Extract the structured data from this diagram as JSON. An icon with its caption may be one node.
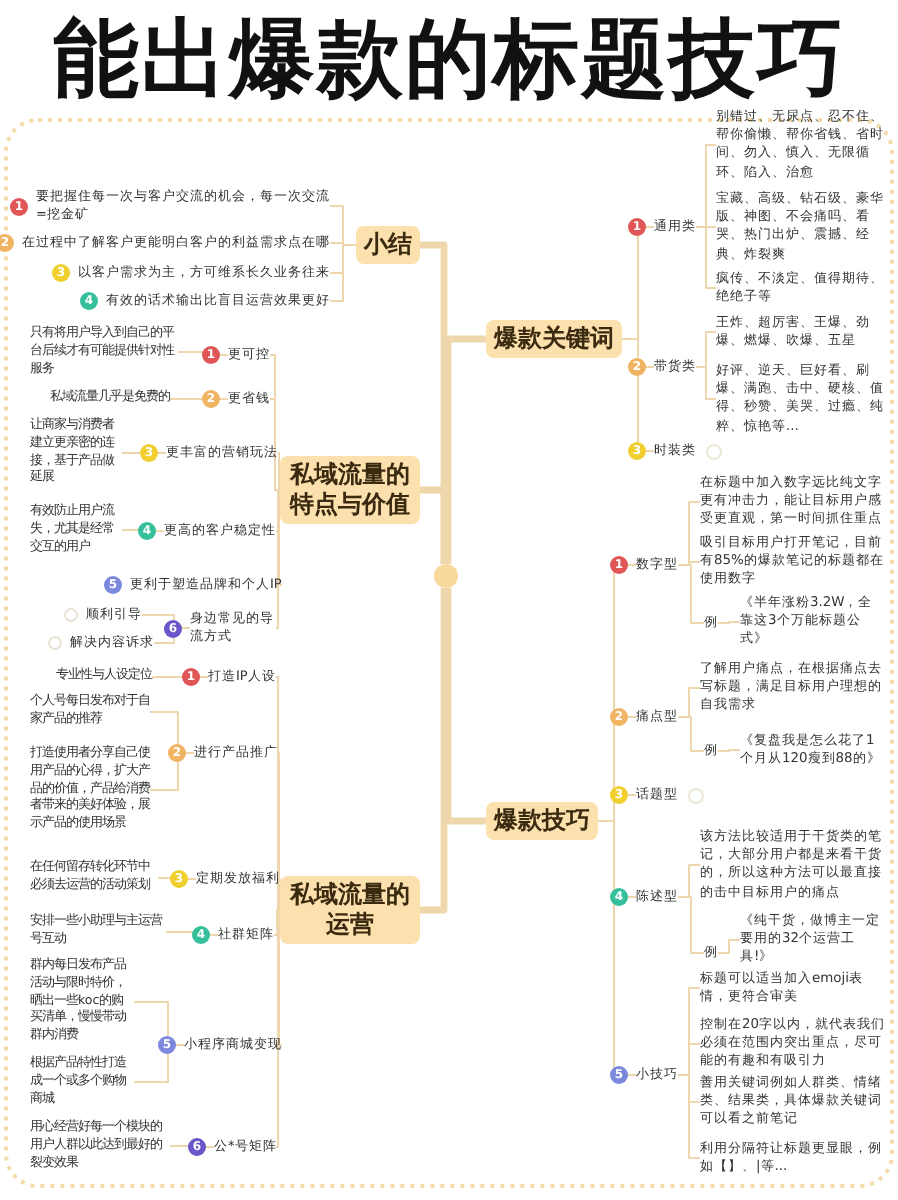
{
  "diagram": {
    "title": "能出爆款的标题技巧",
    "nodes": [
      {
        "text": [],
        "shape": "circle"
      },
      {
        "text": [
          "小结"
        ]
      },
      {
        "text": [
          "要把握住每一次与客户交流的机会，每一次交流=挖金矿"
        ],
        "beside": [
          "1"
        ]
      },
      {
        "text": [
          "在过程中了解客户更能明白客户的利益需求点在哪"
        ],
        "beside": [
          "2"
        ]
      },
      {
        "text": [
          "以客户需求为主，方可维系长久业务往来"
        ],
        "beside": [
          "3"
        ]
      },
      {
        "text": [
          "有效的话术输出比盲目运营效果更好"
        ],
        "beside": [
          "4"
        ]
      },
      {
        "text": [
          "私域流量的特点与价值"
        ]
      },
      {
        "text": [
          "更可控"
        ],
        "beside": [
          "1"
        ]
      },
      {
        "text": [
          "只有将用户导入到自己的平台后续才有可能提供针对性服务"
        ]
      },
      {
        "text": [
          "更省钱"
        ],
        "beside": [
          "2"
        ]
      },
      {
        "text": [
          "私域流量几乎是免费的"
        ]
      },
      {
        "text": [
          "更丰富的营销玩法"
        ],
        "beside": [
          "3"
        ]
      },
      {
        "text": [
          "让商家与消费者建立更亲密的连接，基于产品做延展"
        ]
      },
      {
        "text": [
          "更高的客户稳定性"
        ],
        "beside": [
          "4"
        ]
      },
      {
        "text": [
          "有效防止用户流失，尤其是经常交互的用户"
        ]
      },
      {
        "text": [
          "更利于塑造品牌和个人IP"
        ],
        "beside": [
          "5"
        ]
      },
      {
        "text": [
          "身边常见的导流方式"
        ],
        "beside": [
          "6"
        ]
      },
      {
        "text": [
          "顺利引导"
        ]
      },
      {
        "text": [
          "解决内容诉求"
        ]
      },
      {
        "text": [
          "私域流量的运营"
        ]
      },
      {
        "text": [
          "打造IP人设"
        ],
        "beside": [
          "1"
        ]
      },
      {
        "text": [
          "专业性与人设定位"
        ]
      },
      {
        "text": [
          "进行产品推广"
        ],
        "beside": [
          "2"
        ]
      },
      {
        "text": [
          "个人号每日发布对于自家产品的推荐"
        ]
      },
      {
        "text": [
          "打造使用者分享自己使用产品的心得，扩大产品的价值，产品给消费者带来的美好体验，展示产品的使用场景"
        ]
      },
      {
        "text": [
          "定期发放福利"
        ],
        "beside": [
          "3"
        ]
      },
      {
        "text": [
          "在任何留存转化环节中必须去运营的活动策划"
        ]
      },
      {
        "text": [
          "社群矩阵"
        ],
        "beside": [
          "4"
        ]
      },
      {
        "text": [
          "安排一些小助理与主运营号互动"
        ]
      },
      {
        "text": [
          "小程序商城变现"
        ],
        "beside": [
          "5"
        ]
      },
      {
        "text": [
          "群内每日发布产品活动与限时特价，晒出一些koc的购买清单，慢慢带动群内消费"
        ]
      },
      {
        "text": [
          "根据产品特性打造成一个或多个购物商城"
        ]
      },
      {
        "text": [
          "公*号矩阵"
        ],
        "beside": [
          "6"
        ]
      },
      {
        "text": [
          "用心经营好每一个模块的用户人群以此达到最好的裂变效果"
        ]
      },
      {
        "text": [
          "爆款关键词"
        ]
      },
      {
        "text": [
          "通用类"
        ],
        "beside": [
          "1"
        ]
      },
      {
        "text": [
          "别错过、无尿点、忍不住、帮你偷懒、帮你省钱、省时间、勿入、慎入、无限循环、陷入、治愈"
        ]
      },
      {
        "text": [
          "宝藏、高级、钻石级、豪华版、神图、不会痛吗、看哭、热门出炉、震撼、经典、炸裂爽"
        ]
      },
      {
        "text": [
          "疯传、不淡定、值得期待、绝绝子等"
        ]
      },
      {
        "text": [
          "带货类"
        ],
        "beside": [
          "2"
        ]
      },
      {
        "text": [
          "王炸、超厉害、王爆、劲爆、燃爆、吹爆、五星"
        ]
      },
      {
        "text": [
          "好评、逆天、巨好看、刷爆、满跑、击中、硬核、值得、秒赞、美哭、过瘾、纯粹、惊艳等..."
        ]
      },
      {
        "text": [
          "时装类"
        ],
        "beside": [
          "3"
        ]
      },
      {
        "text": [
          "爆款技巧"
        ]
      },
      {
        "text": [
          "数字型"
        ],
        "beside": [
          "1"
        ]
      },
      {
        "text": [
          "在标题中加入数字远比纯文字更有冲击力，能让目标用户感受更直观，第一时间抓住重点"
        ]
      },
      {
        "text": [
          "吸引目标用户打开笔记，目前有85%的爆款笔记的标题都在使用数字"
        ]
      },
      {
        "text": [
          "例"
        ]
      },
      {
        "text": [
          "《半年涨粉3.2W，全靠这3个万能标题公式》"
        ]
      },
      {
        "text": [
          "痛点型"
        ],
        "beside": [
          "2"
        ]
      },
      {
        "text": [
          "了解用户痛点，在根据痛点去写标题，满足目标用户理想的自我需求"
        ]
      },
      {
        "text": [
          "例"
        ]
      },
      {
        "text": [
          "《复盘我是怎么花了1个月从120瘦到88的》"
        ]
      },
      {
        "text": [
          "话题型"
        ],
        "beside": [
          "3"
        ]
      },
      {
        "text": [
          "陈述型"
        ],
        "beside": [
          "4"
        ]
      },
      {
        "text": [
          "该方法比较适用于干货类的笔记，大部分用户都是来看干货的，所以这种方法可以最直接的击中目标用户的痛点"
        ]
      },
      {
        "text": [
          "例"
        ]
      },
      {
        "text": [
          "《纯干货，做博主一定要用的32个运营工具!》"
        ]
      },
      {
        "text": [
          "小技巧"
        ],
        "beside": [
          "5"
        ]
      },
      {
        "text": [
          "标题可以适当加入emoji表情，更符合审美"
        ]
      },
      {
        "text": [
          "控制在20字以内，就代表我们必须在范围内突出重点，尽可能的有趣和有吸引力"
        ]
      },
      {
        "text": [
          "善用关键词例如人群类、情绪类、结果类，具体爆款关键词可以看之前笔记"
        ]
      },
      {
        "text": [
          "利用分隔符让标题更显眼，例如【】、|等..."
        ]
      }
    ],
    "edges": [
      {
        "from": 0,
        "to": 1,
        "arrow": "none",
        "style": "thick"
      },
      {
        "from": 0,
        "to": 6,
        "arrow": "none",
        "style": "thick"
      },
      {
        "from": 0,
        "to": 19,
        "arrow": "none",
        "style": "thick"
      },
      {
        "from": 0,
        "to": 34,
        "arrow": "none",
        "style": "thick"
      },
      {
        "from": 0,
        "to": 43,
        "arrow": "none",
        "style": "thick"
      },
      {
        "from": 1,
        "to": 2,
        "arrow": "none"
      },
      {
        "from": 1,
        "to": 3,
        "arrow": "none"
      },
      {
        "from": 1,
        "to": 4,
        "arrow": "none"
      },
      {
        "from": 1,
        "to": 5,
        "arrow": "none"
      },
      {
        "from": 6,
        "to": 7,
        "arrow": "none"
      },
      {
        "from": 6,
        "to": 9,
        "arrow": "none"
      },
      {
        "from": 6,
        "to": 11,
        "arrow": "none"
      },
      {
        "from": 6,
        "to": 13,
        "arrow": "none"
      },
      {
        "from": 6,
        "to": 15,
        "arrow": "none"
      },
      {
        "from": 6,
        "to": 16,
        "arrow": "none"
      },
      {
        "from": 7,
        "to": 8,
        "arrow": "none"
      },
      {
        "from": 9,
        "to": 10,
        "arrow": "none"
      },
      {
        "from": 11,
        "to": 12,
        "arrow": "none"
      },
      {
        "from": 13,
        "to": 14,
        "arrow": "none"
      },
      {
        "from": 16,
        "to": 17,
        "arrow": "none"
      },
      {
        "from": 16,
        "to": 18,
        "arrow": "none"
      },
      {
        "from": 19,
        "to": 20,
        "arrow": "none"
      },
      {
        "from": 19,
        "to": 22,
        "arrow": "none"
      },
      {
        "from": 19,
        "to": 25,
        "arrow": "none"
      },
      {
        "from": 19,
        "to": 27,
        "arrow": "none"
      },
      {
        "from": 19,
        "to": 29,
        "arrow": "none"
      },
      {
        "from": 19,
        "to": 32,
        "arrow": "none"
      },
      {
        "from": 20,
        "to": 21,
        "arrow": "none"
      },
      {
        "from": 22,
        "to": 23,
        "arrow": "none"
      },
      {
        "from": 22,
        "to": 24,
        "arrow": "none"
      },
      {
        "from": 25,
        "to": 26,
        "arrow": "none"
      },
      {
        "from": 27,
        "to": 28,
        "arrow": "none"
      },
      {
        "from": 29,
        "to": 30,
        "arrow": "none"
      },
      {
        "from": 29,
        "to": 31,
        "arrow": "none"
      },
      {
        "from": 32,
        "to": 33,
        "arrow": "none"
      },
      {
        "from": 34,
        "to": 35,
        "arrow": "none"
      },
      {
        "from": 34,
        "to": 39,
        "arrow": "none"
      },
      {
        "from": 34,
        "to": 42,
        "arrow": "none"
      },
      {
        "from": 35,
        "to": 36,
        "arrow": "none"
      },
      {
        "from": 35,
        "to": 37,
        "arrow": "none"
      },
      {
        "from": 35,
        "to": 38,
        "arrow": "none"
      },
      {
        "from": 39,
        "to": 40,
        "arrow": "none"
      },
      {
        "from": 39,
        "to": 41,
        "arrow": "none"
      },
      {
        "from": 43,
        "to": 44,
        "arrow": "none"
      },
      {
        "from": 43,
        "to": 49,
        "arrow": "none"
      },
      {
        "from": 43,
        "to": 53,
        "arrow": "none"
      },
      {
        "from": 43,
        "to": 54,
        "arrow": "none"
      },
      {
        "from": 43,
        "to": 58,
        "arrow": "none"
      },
      {
        "from": 44,
        "to": 45,
        "arrow": "none"
      },
      {
        "from": 44,
        "to": 46,
        "arrow": "none"
      },
      {
        "from": 44,
        "to": 47,
        "arrow": "none"
      },
      {
        "from": 47,
        "to": 48,
        "arrow": "none"
      },
      {
        "from": 49,
        "to": 50,
        "arrow": "none"
      },
      {
        "from": 49,
        "to": 51,
        "arrow": "none"
      },
      {
        "from": 51,
        "to": 52,
        "arrow": "none"
      },
      {
        "from": 54,
        "to": 55,
        "arrow": "none"
      },
      {
        "from": 54,
        "to": 56,
        "arrow": "none"
      },
      {
        "from": 56,
        "to": 57,
        "arrow": "none"
      },
      {
        "from": 58,
        "to": 59,
        "arrow": "none"
      },
      {
        "from": 58,
        "to": 60,
        "arrow": "none"
      },
      {
        "from": 58,
        "to": 61,
        "arrow": "none"
      },
      {
        "from": 58,
        "to": 62,
        "arrow": "none"
      }
    ]
  }
}
